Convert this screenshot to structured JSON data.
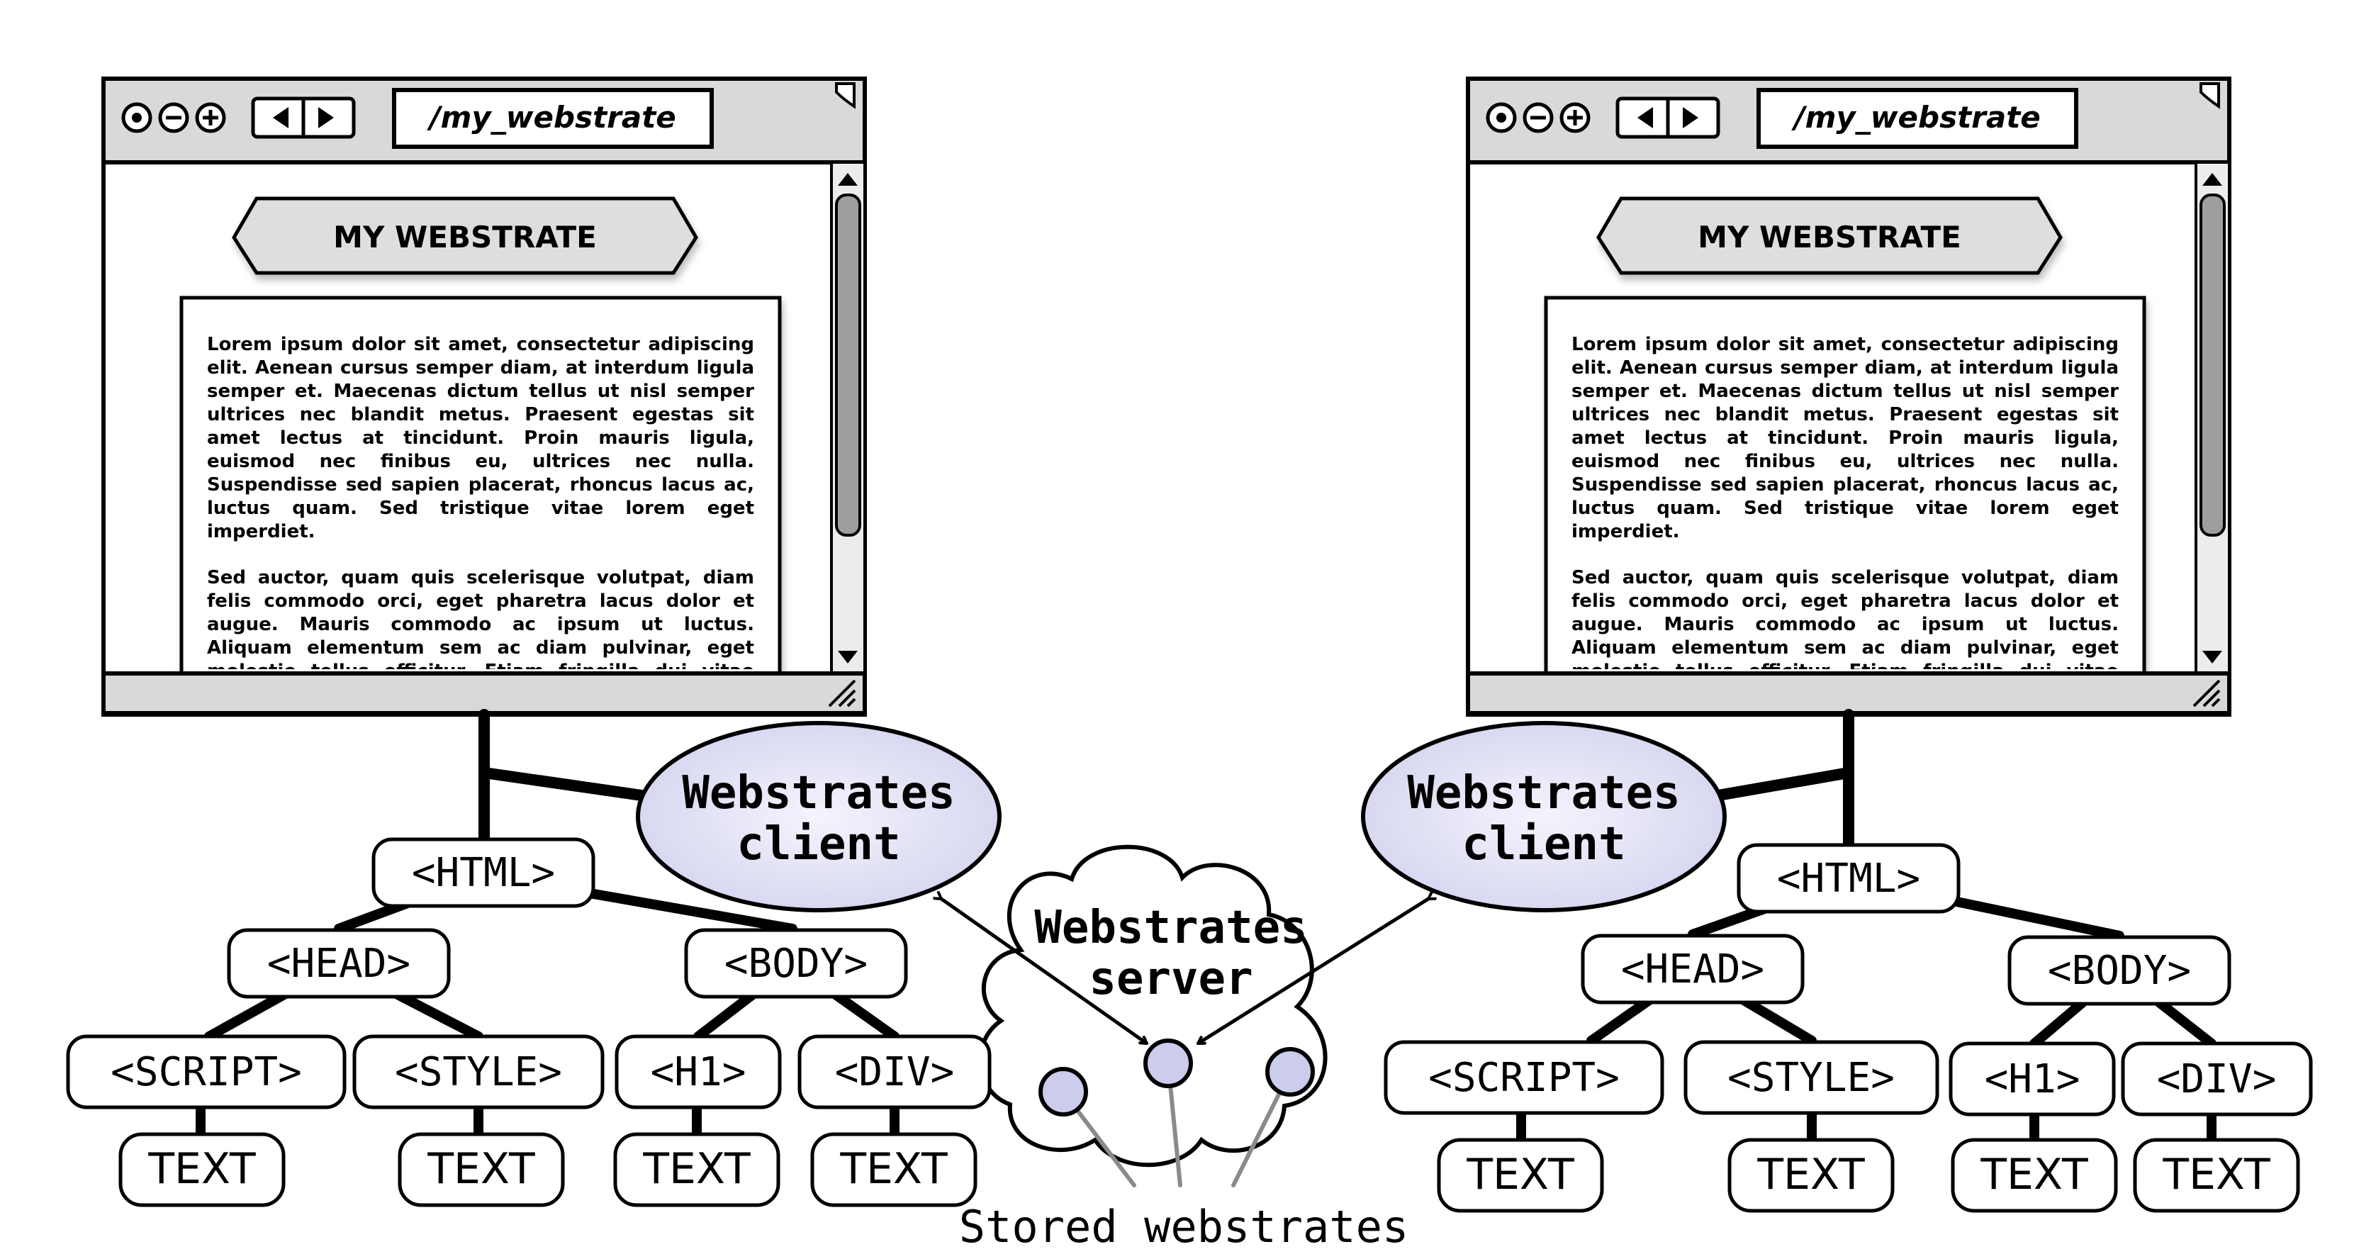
{
  "browsers": [
    {
      "url": "/my_webstrate",
      "header": "MY WEBSTRATE",
      "paragraphs": [
        "Lorem ipsum dolor sit amet, consectetur adipiscing elit. Aenean cursus semper diam, at interdum ligula semper et. Maecenas dictum tellus ut nisl semper ultrices nec blandit metus. Praesent egestas sit amet lectus at tincidunt. Proin mauris ligula, euismod nec finibus eu, ultrices nec nulla. Suspendisse sed sapien placerat, rhoncus lacus ac, luctus quam. Sed tristique vitae lorem eget imperdiet.",
        "Sed auctor, quam quis scelerisque volutpat, diam felis commodo orci, eget pharetra lacus dolor et augue. Mauris commodo ac ipsum ut luctus. Aliquam elementum sem ac diam pulvinar, eget molestie tellus efficitur. Etiam fringilla dui vitae pretium tincidunt. Nullam risus lectus, congue eget dignissim ut, luctus porta nisl. Sed pretium"
      ]
    },
    {
      "url": "/my_webstrate",
      "header": "MY WEBSTRATE",
      "paragraphs": [
        "Lorem ipsum dolor sit amet, consectetur adipiscing elit. Aenean cursus semper diam, at interdum ligula semper et. Maecenas dictum tellus ut nisl semper ultrices nec blandit metus. Praesent egestas sit amet lectus at tincidunt. Proin mauris ligula, euismod nec finibus eu, ultrices nec nulla. Suspendisse sed sapien placerat, rhoncus lacus ac, luctus quam. Sed tristique vitae lorem eget imperdiet.",
        "Sed auctor, quam quis scelerisque volutpat, diam felis commodo orci, eget pharetra lacus dolor et augue. Mauris commodo ac ipsum ut luctus. Aliquam elementum sem ac diam pulvinar, eget molestie tellus efficitur. Etiam fringilla dui vitae pretium tincidunt. Nullam risus lectus, congue eget dignissim ut, luctus porta nisl. Sed pretium"
      ]
    }
  ],
  "clients": [
    {
      "line1": "Webstrates",
      "line2": "client"
    },
    {
      "line1": "Webstrates",
      "line2": "client"
    }
  ],
  "server": {
    "line1": "Webstrates",
    "line2": "server",
    "caption": "Stored webstrates"
  },
  "dom_trees": [
    {
      "html": "<HTML>",
      "head": "<HEAD>",
      "body": "<BODY>",
      "script": "<SCRIPT>",
      "style": "<STYLE>",
      "h1": "<H1>",
      "div": "<DIV>",
      "text": "TEXT"
    },
    {
      "html": "<HTML>",
      "head": "<HEAD>",
      "body": "<BODY>",
      "script": "<SCRIPT>",
      "style": "<STYLE>",
      "h1": "<H1>",
      "div": "<DIV>",
      "text": "TEXT"
    }
  ],
  "colors": {
    "ink": "#000000",
    "chrome": "#d9d9d9",
    "scrollbar": "#9e9e9e",
    "client_fill": "#dcdcf3",
    "db_fill": "#ccccec",
    "pin": "#8a8a8a"
  }
}
